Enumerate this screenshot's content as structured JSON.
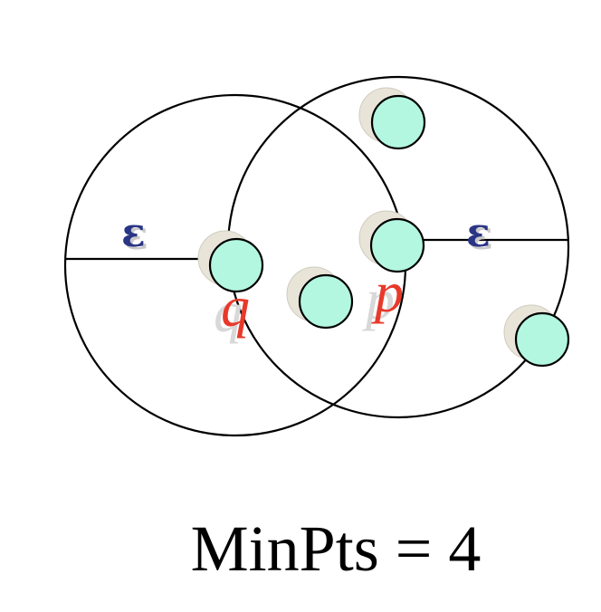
{
  "diagram": {
    "epsilon_symbol": "ε",
    "label_q": "q",
    "label_p": "p",
    "caption": "MinPts = 4"
  },
  "colors": {
    "point_fill": "#b3f7e0",
    "label_red": "#e8392a",
    "epsilon_blue": "#2a3585",
    "outline": "#000000"
  }
}
